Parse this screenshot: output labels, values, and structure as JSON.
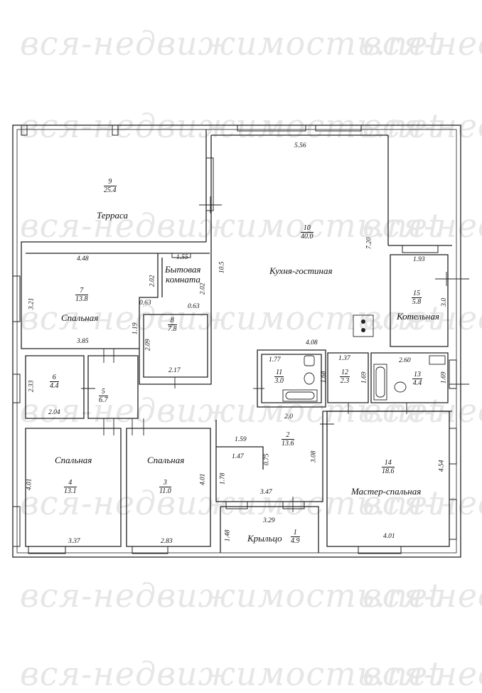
{
  "watermark": "вся-недвижимость.net",
  "rooms": {
    "r1": {
      "num": "1",
      "area": "4.9",
      "name": "Крыльцо"
    },
    "r2": {
      "num": "2",
      "area": "13.6"
    },
    "r3": {
      "num": "3",
      "area": "11.0",
      "name": "Спальная"
    },
    "r4": {
      "num": "4",
      "area": "13.1",
      "name": "Спальная"
    },
    "r5": {
      "num": "5",
      "area": "6.7"
    },
    "r6": {
      "num": "6",
      "area": "4.4"
    },
    "r7": {
      "num": "7",
      "area": "13.8",
      "name": "Спальная"
    },
    "r8": {
      "num": "8",
      "area": "7.8"
    },
    "r9": {
      "num": "9",
      "area": "25.4",
      "name": "Терраса"
    },
    "r10": {
      "num": "10",
      "area": "40.0",
      "name": "Кухня-гостиная"
    },
    "r11": {
      "num": "11",
      "area": "3.0"
    },
    "r12": {
      "num": "12",
      "area": "2.3"
    },
    "r13": {
      "num": "13",
      "area": "4.4"
    },
    "r14": {
      "num": "14",
      "area": "18.6",
      "name": "Мастер-спальная"
    },
    "r15": {
      "num": "15",
      "area": "5.8",
      "name": "Котельная"
    },
    "utility_name_line1": "Бытовая",
    "utility_name_line2": "комната"
  },
  "dimensions": {
    "d556": "5.56",
    "d720": "7.20",
    "d448": "4.48",
    "d155": "1.55",
    "d105": "10.5",
    "d202a": "2.02",
    "d202b": "2.02",
    "d321": "3.21",
    "d063a": "0.63",
    "d063b": "0.63",
    "d119": "1.19",
    "d385": "3.85",
    "d209": "2.09",
    "d217": "2.17",
    "d408": "4.08",
    "d193": "1.93",
    "d30v": "3.0",
    "d233": "2.33",
    "d204": "2.04",
    "d177": "1.77",
    "d168": "1.68",
    "d137": "1.37",
    "d169a": "1.69",
    "d260": "2.60",
    "d169b": "1.69",
    "d20": "2.0",
    "d159": "1.59",
    "d147": "1.47",
    "d075": "0.75",
    "d308": "3.08",
    "d178": "1.78",
    "d401a": "4.01",
    "d401b": "4.01",
    "d347": "3.47",
    "d454": "4.54",
    "d337": "3.37",
    "d283": "2.83",
    "d329": "3.29",
    "d148": "1.48",
    "d401c": "4.01"
  }
}
